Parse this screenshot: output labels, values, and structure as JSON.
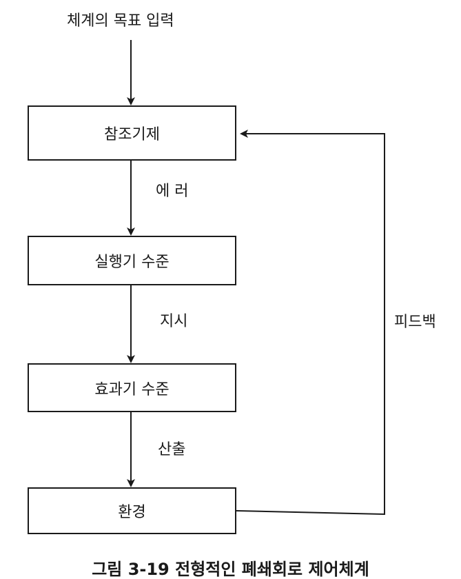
{
  "diagram": {
    "input_label": "체계의 목표 입력",
    "boxes": {
      "reference": "참조기제",
      "executor": "실행기 수준",
      "effector": "효과기 수준",
      "environment": "환경"
    },
    "edge_labels": {
      "error": "에 러",
      "instruction": "지시",
      "output": "산출",
      "feedback": "피드백"
    },
    "caption": "그림 3-19 전형적인 폐쇄회로 제어체계"
  }
}
